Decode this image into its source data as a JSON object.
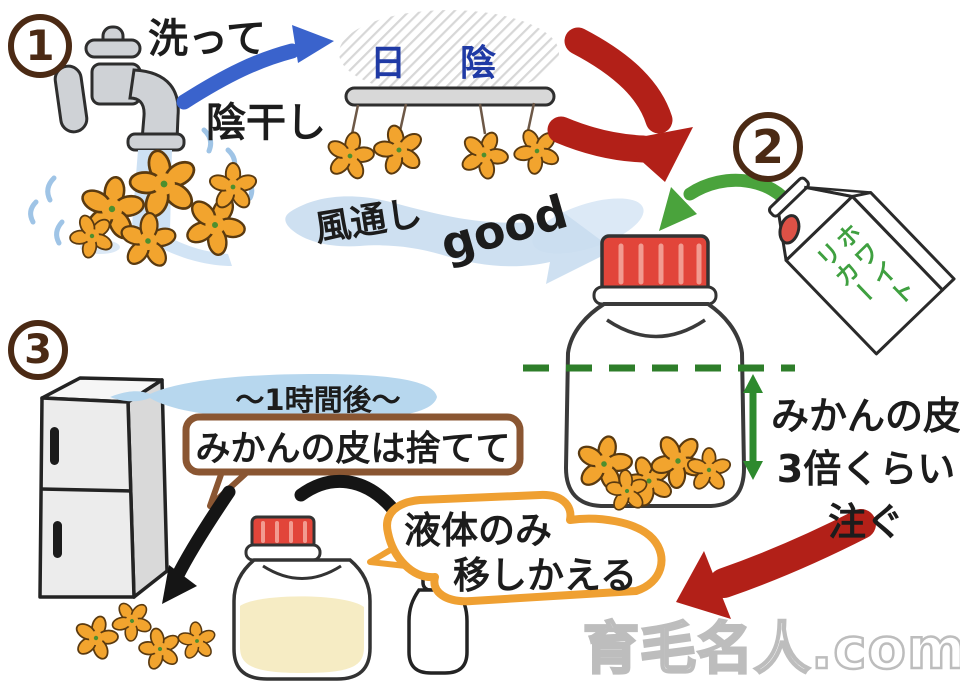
{
  "steps": [
    {
      "number": "1",
      "labels": {
        "wash": "洗って",
        "shade_dry": "陰干し",
        "shade_sign": "日陰",
        "airflow": "風通し",
        "airflow_good": "good"
      }
    },
    {
      "number": "2",
      "labels": {
        "carton_line1": "ホワイト",
        "carton_line2": "リカー",
        "note_line1": "みかんの皮",
        "note_line2": "3倍くらい",
        "note_line3": "注ぐ"
      }
    },
    {
      "number": "3",
      "labels": {
        "after": "～1時間後～",
        "discard": "みかんの皮は捨てて",
        "transfer_line1": "液体のみ",
        "transfer_line2": "移しかえる"
      }
    }
  ],
  "watermark": "育毛名人.com",
  "icons": [
    "faucet-icon",
    "flower-icon",
    "drying-rod-icon",
    "jar-icon",
    "liquor-carton-icon",
    "refrigerator-icon",
    "spray-bottle-icon",
    "arrow-icon"
  ],
  "colors": {
    "arrow_red": "#B22018",
    "arrow_blue": "#3A63CC",
    "arrow_green": "#4AA33C",
    "dash_green": "#2E7E2A",
    "cap_red": "#E2453A",
    "flower_orange": "#F2A42E",
    "sign_blue": "#1F3AA5",
    "carton_text_green": "#3FA040",
    "bubble_brown": "#8A5632",
    "bubble_orange": "#EFA032",
    "banner_blue": "#B7D7EE",
    "liquid_cream": "#F6ECC4",
    "step_circle_brown": "#4B2A14"
  }
}
